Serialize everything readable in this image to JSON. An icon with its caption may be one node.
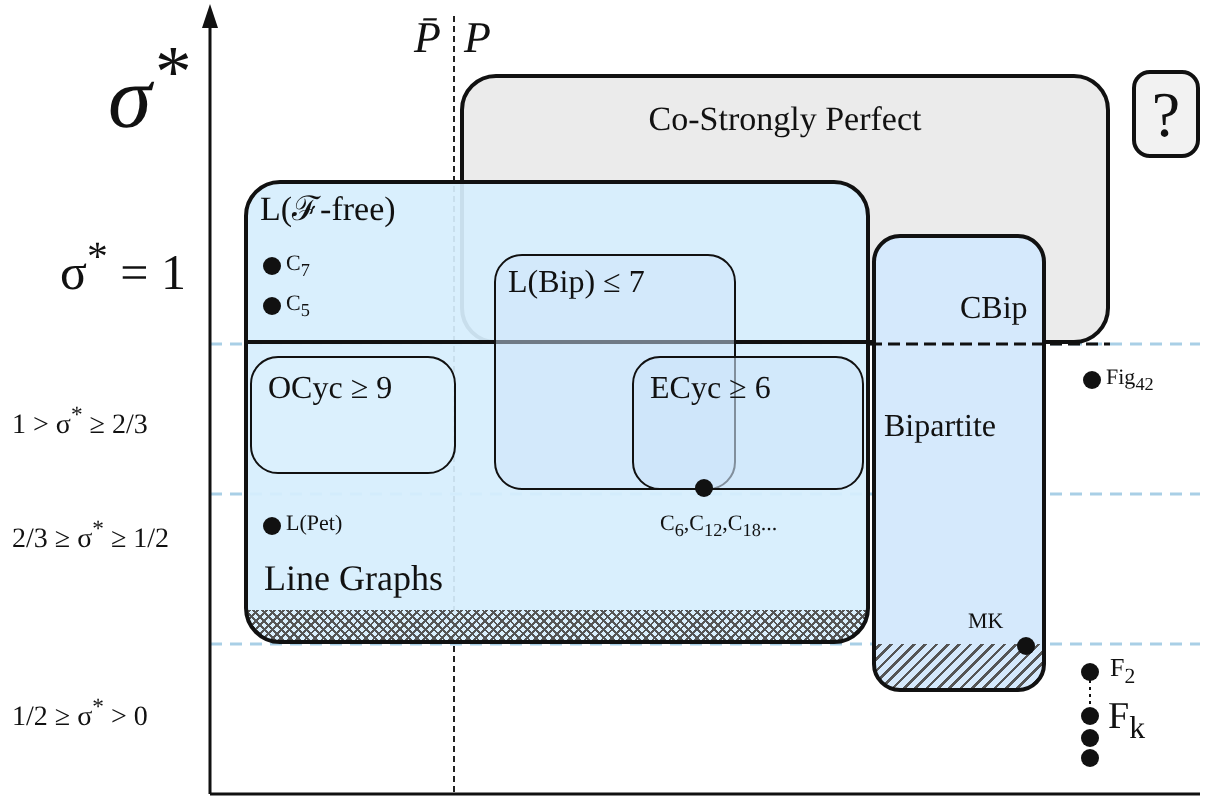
{
  "diagram": {
    "nodes": [
      {
        "text": [
          "Co-Strongly Perfect"
        ]
      },
      {
        "text": [
          "?"
        ]
      },
      {
        "text": [
          "Line Graphs"
        ]
      },
      {
        "text": [
          "L(ℱ-free)"
        ],
        "in": 2
      },
      {
        "text": [
          "L(Bip) ≤ 7"
        ],
        "in": 2
      },
      {
        "text": [
          "OCyc ≥ 9"
        ],
        "in": 2
      },
      {
        "text": [
          "ECyc ≥ 6"
        ],
        "in": 2
      },
      {
        "text": [
          "CBip",
          "Bipartite"
        ]
      }
    ],
    "labels": [
      "σ$^{*}$",
      "P̄",
      "P",
      "σ$^{*}$ = 1",
      "C$_{7}$",
      "C$_{5}$",
      "1 > σ$^{*}$ ≥ 2/3",
      "Fig$_{42}$",
      "C$_{6}$,C$_{12}$,C$_{18}$...",
      "2/3 ≥ σ$^{*}$ ≥ 1/2",
      "L(Pet)",
      "MK",
      "1/2 ≥ σ$^{*}$ > 0",
      "F$_{2}$",
      "F$_{k}$"
    ]
  }
}
